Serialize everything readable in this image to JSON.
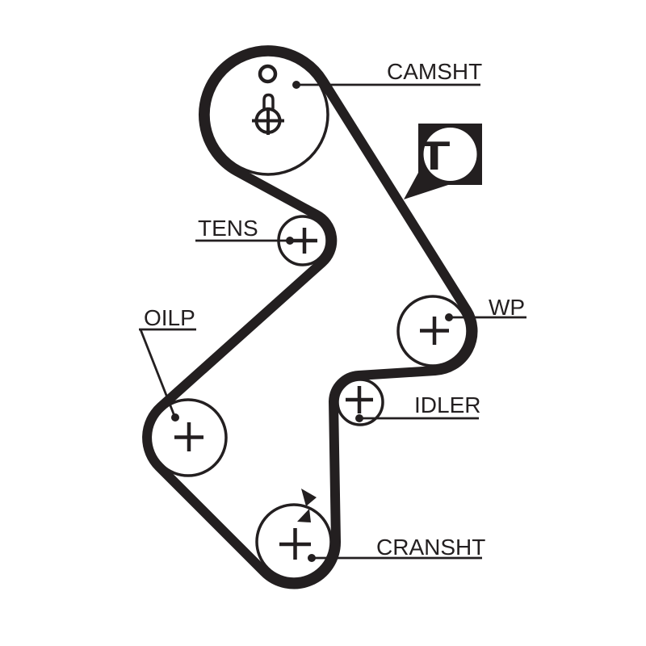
{
  "diagram": {
    "kind": "timing-belt-routing-diagram",
    "background_color": "#ffffff",
    "ink_color": "#231f20"
  },
  "labels": {
    "camsht": "CAMSHT",
    "tens": "TENS",
    "oilp": "OILP",
    "wp": "WP",
    "idler": "IDLER",
    "cransht": "CRANSHT"
  },
  "timing_mark": {
    "letter": "T",
    "shape": "black-square-speech-bubble-with-white-circle"
  },
  "pulleys": [
    {
      "id": "camshaft",
      "label": "CAMSHT",
      "marker": "crosshair-circle, alignment-pin, small-hole"
    },
    {
      "id": "tensioner",
      "label": "TENS",
      "marker": "plus"
    },
    {
      "id": "water-pump",
      "label": "WP",
      "marker": "plus"
    },
    {
      "id": "idler",
      "label": "IDLER",
      "marker": "plus"
    },
    {
      "id": "crankshaft",
      "label": "CRANSHT",
      "marker": "plus, rotation-direction-arrows"
    },
    {
      "id": "oil-pump",
      "label": "OILP",
      "marker": "plus"
    }
  ]
}
